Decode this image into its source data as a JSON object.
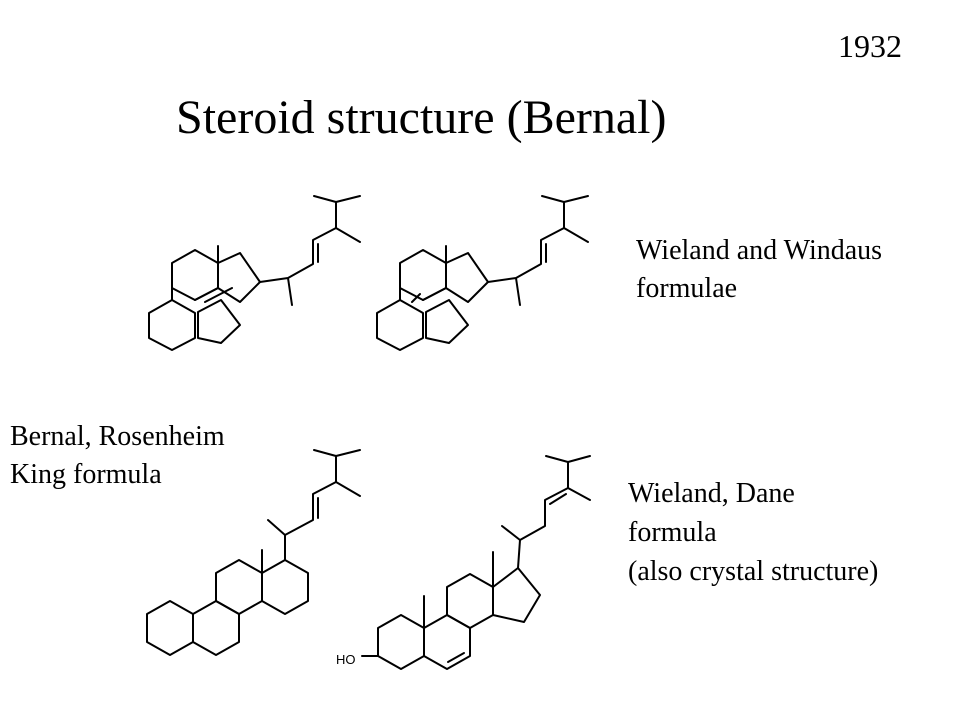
{
  "slide": {
    "year": "1932",
    "title": "Steroid structure (Bernal)"
  },
  "labels": {
    "wieland_windaus": [
      "Wieland and Windaus",
      "formulae"
    ],
    "bernal_rosenheim_king": [
      "Bernal, Rosenheim",
      "King formula"
    ],
    "wieland_dane": [
      "Wieland, Dane",
      "formula",
      "(also crystal structure)"
    ]
  },
  "structures": {
    "hydroxyl_label": "HO"
  }
}
